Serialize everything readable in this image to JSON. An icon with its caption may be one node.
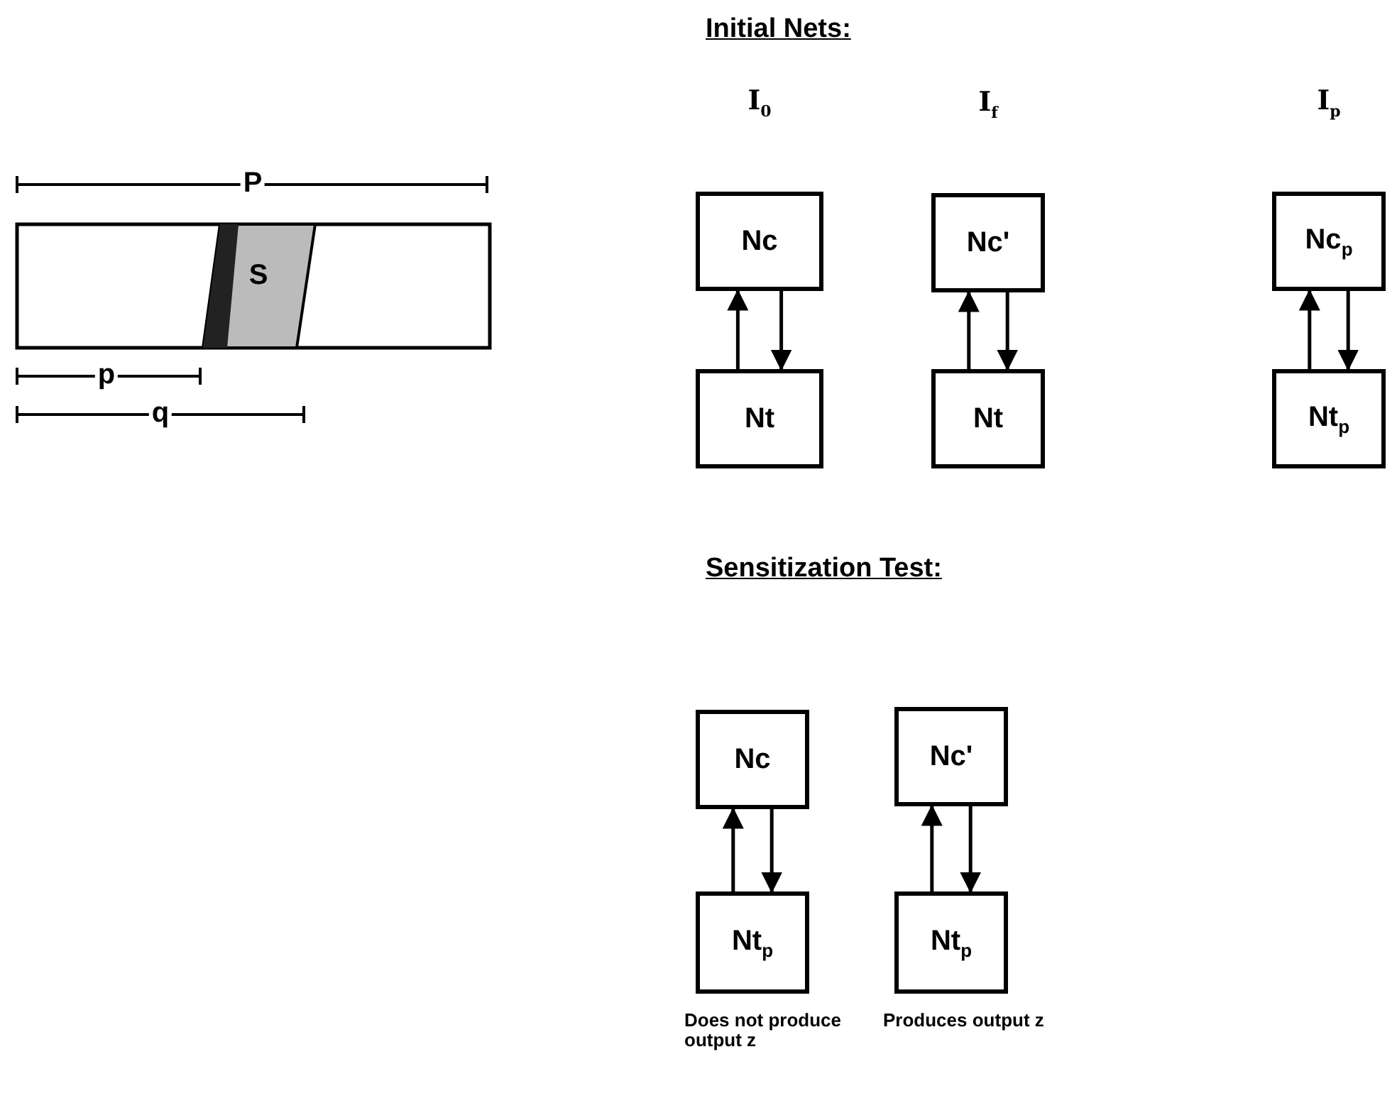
{
  "diagram": {
    "nodes": [
      {
        "text": [
          "Nc"
        ],
        "beside": [
          "I$_{0}$"
        ]
      },
      {
        "text": [
          "Nt"
        ]
      },
      {
        "text": [
          "Nc'"
        ],
        "beside": [
          "I$_{f}$"
        ]
      },
      {
        "text": [
          "Nt"
        ]
      },
      {
        "text": [
          "Nc$_{p}$"
        ],
        "beside": [
          "I$_{p}$"
        ]
      },
      {
        "text": [
          "Nt$_{p}$"
        ]
      },
      {
        "text": [
          "Nc"
        ]
      },
      {
        "text": [
          "Nt$_{p}$"
        ],
        "beside": [
          "Does not produce output z"
        ]
      },
      {
        "text": [
          "Nc'"
        ]
      },
      {
        "text": [
          "Nt$_{p}$"
        ],
        "beside": [
          "Produces output z"
        ]
      }
    ],
    "edges": [
      {
        "from": 1,
        "to": 0,
        "arrow": "to"
      },
      {
        "from": 0,
        "to": 1,
        "arrow": "to"
      },
      {
        "from": 3,
        "to": 2,
        "arrow": "to"
      },
      {
        "from": 2,
        "to": 3,
        "arrow": "to"
      },
      {
        "from": 5,
        "to": 4,
        "arrow": "to"
      },
      {
        "from": 4,
        "to": 5,
        "arrow": "to"
      },
      {
        "from": 7,
        "to": 6,
        "arrow": "to"
      },
      {
        "from": 6,
        "to": 7,
        "arrow": "to"
      },
      {
        "from": 9,
        "to": 8,
        "arrow": "to"
      },
      {
        "from": 8,
        "to": 9,
        "arrow": "to"
      }
    ],
    "labels": [
      "Initial Nets:",
      "P",
      "S",
      "p",
      "q",
      "Sensitization Test:"
    ]
  }
}
